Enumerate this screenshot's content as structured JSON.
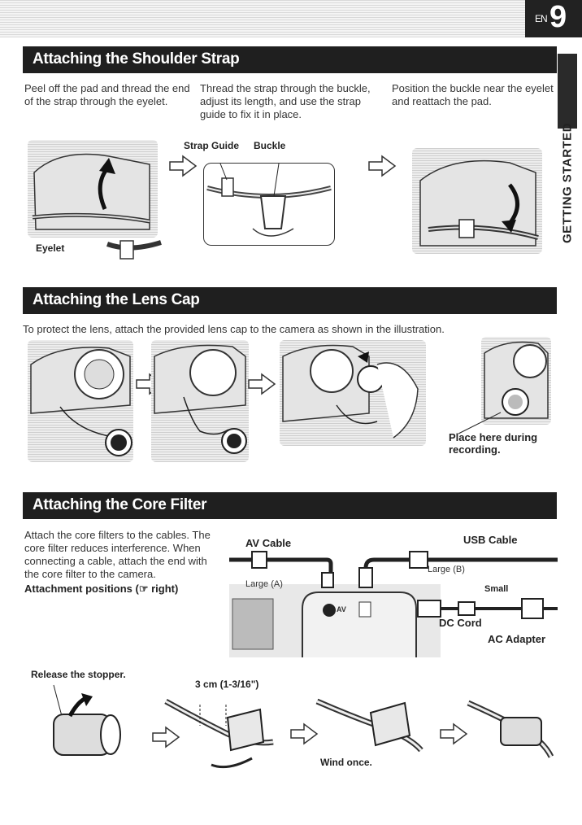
{
  "page": {
    "lang": "EN",
    "number": "9",
    "side_label": "GETTING STARTED"
  },
  "sections": {
    "strap": {
      "title": "Attaching the Shoulder Strap",
      "step1": "Peel off the pad and thread the end of the strap through the eyelet.",
      "step2": "Thread the strap through the buckle, adjust its length, and use the strap guide to fix it in place.",
      "step3": "Position the buckle near the eyelet and reattach the pad.",
      "label_strap_guide": "Strap Guide",
      "label_buckle": "Buckle",
      "label_eyelet": "Eyelet"
    },
    "lenscap": {
      "title": "Attaching the Lens Cap",
      "intro": "To protect the lens, attach the provided lens cap to the camera as shown in the illustration.",
      "label_place": "Place here during recording."
    },
    "core": {
      "title": "Attaching the Core Filter",
      "intro": "Attach the core filters to the cables. The core filter reduces interference. When connecting a cable, attach the end with the core filter to the camera.",
      "positions": "Attachment positions (☞ right)",
      "label_av_cable": "AV Cable",
      "label_usb_cable": "USB Cable",
      "label_large_a": "Large (A)",
      "label_large_b": "Large (B)",
      "label_small": "Small",
      "label_dc_cord": "DC Cord",
      "label_ac_adapter": "AC Adapter",
      "label_av_port": "AV",
      "label_release": "Release the stopper.",
      "label_3cm": "3 cm (1-3/16\")",
      "label_wind": "Wind once."
    }
  }
}
